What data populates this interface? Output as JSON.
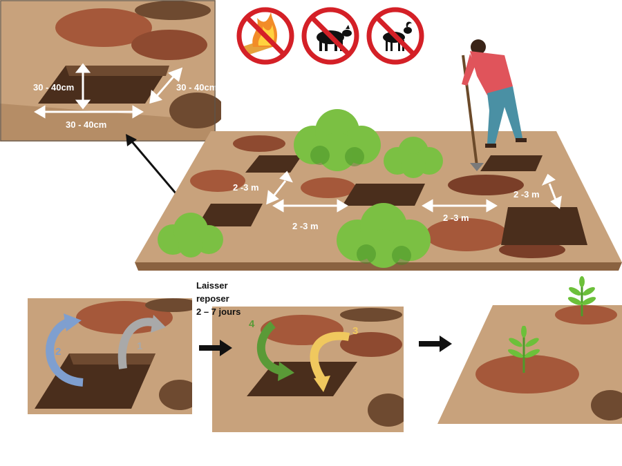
{
  "colors": {
    "soil_light": "#c8a27c",
    "soil_dark": "#8a6240",
    "soil_mound": "#a5583a",
    "pit": "#4a2e1c",
    "bush": "#7bc043",
    "bush_dark": "#3f8a22",
    "prohibit_red": "#d42027",
    "arrow_blue": "#7f9fcf",
    "arrow_gray": "#a9a9a9",
    "arrow_green": "#5a9a37",
    "arrow_yellow": "#f0c85e",
    "seedling": "#6cc03a"
  },
  "icons": [
    "no-fire-icon",
    "no-cattle-icon",
    "no-goat-icon"
  ],
  "detail": {
    "depth_label": "30 - 40cm",
    "width_label": "30 - 40cm",
    "length_label": "30 - 40cm"
  },
  "field": {
    "spacing_labels": [
      "2 -3 m",
      "2 -3 m",
      "2 -3 m",
      "2 -3 m"
    ]
  },
  "process": {
    "rest_lines": [
      "Laisser",
      "reposer",
      "2 – 7 jours"
    ],
    "steps": [
      "1",
      "2",
      "3",
      "4"
    ]
  }
}
